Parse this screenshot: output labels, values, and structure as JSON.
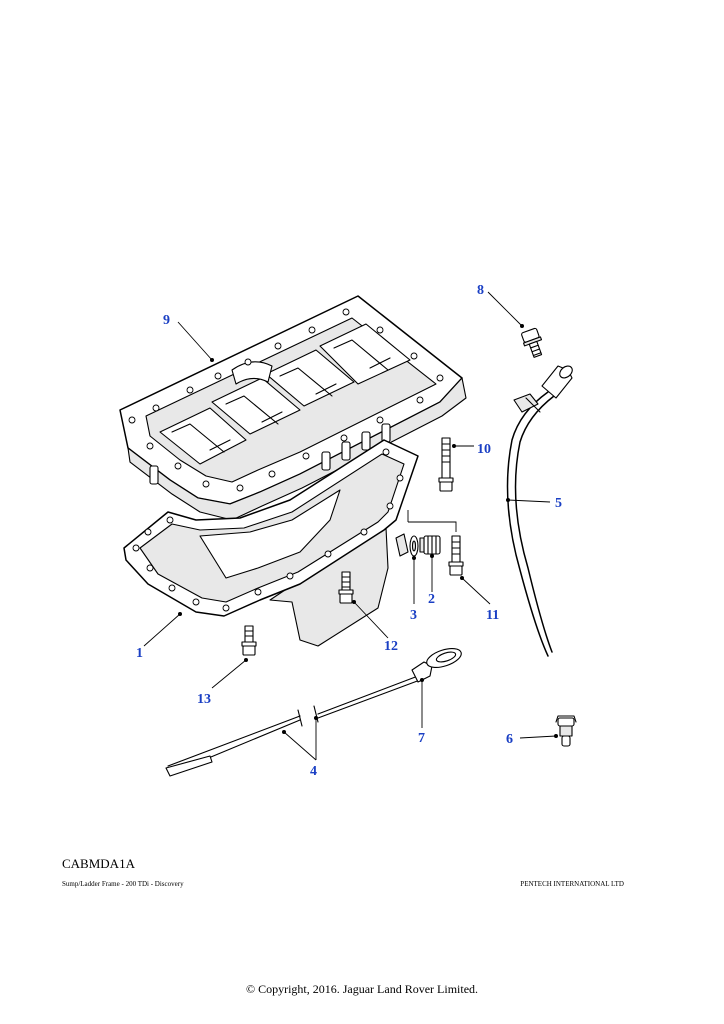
{
  "diagram": {
    "callouts": [
      "1",
      "2",
      "3",
      "4",
      "5",
      "6",
      "7",
      "8",
      "9",
      "10",
      "11",
      "12",
      "13"
    ],
    "reference_code": "CABMDA1A",
    "caption_left": "Sump/Ladder Frame - 200 TDi - Discovery",
    "caption_right": "PENTECH INTERNATIONAL LTD",
    "copyright": "© Copyright, 2016. Jaguar Land Rover Limited."
  },
  "colors": {
    "callout_text": "#1a3fc4",
    "line_art": "#000000",
    "background": "#ffffff"
  }
}
